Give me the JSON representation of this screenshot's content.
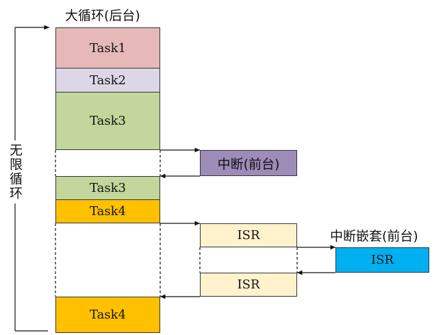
{
  "labels": {
    "background_loop": "大循环(后台)",
    "infinite_loop": "无限循环",
    "nested_interrupt": "中断嵌套(前台)"
  },
  "tasks": {
    "task1": "Task1",
    "task2": "Task2",
    "task3a": "Task3",
    "task3b": "Task3",
    "task4a": "Task4",
    "task4b": "Task4"
  },
  "interrupt": "中断(前台)",
  "isr": {
    "isr_top": "ISR",
    "isr_bottom": "ISR",
    "nested": "ISR"
  },
  "colors": {
    "task1": "#e6b9b8",
    "task2": "#dcd6e8",
    "task3": "#c3d69b",
    "task4": "#ffc000",
    "interrupt": "#9d8bb8",
    "isr": "#fff2cc",
    "nested_isr": "#00b0f0"
  }
}
